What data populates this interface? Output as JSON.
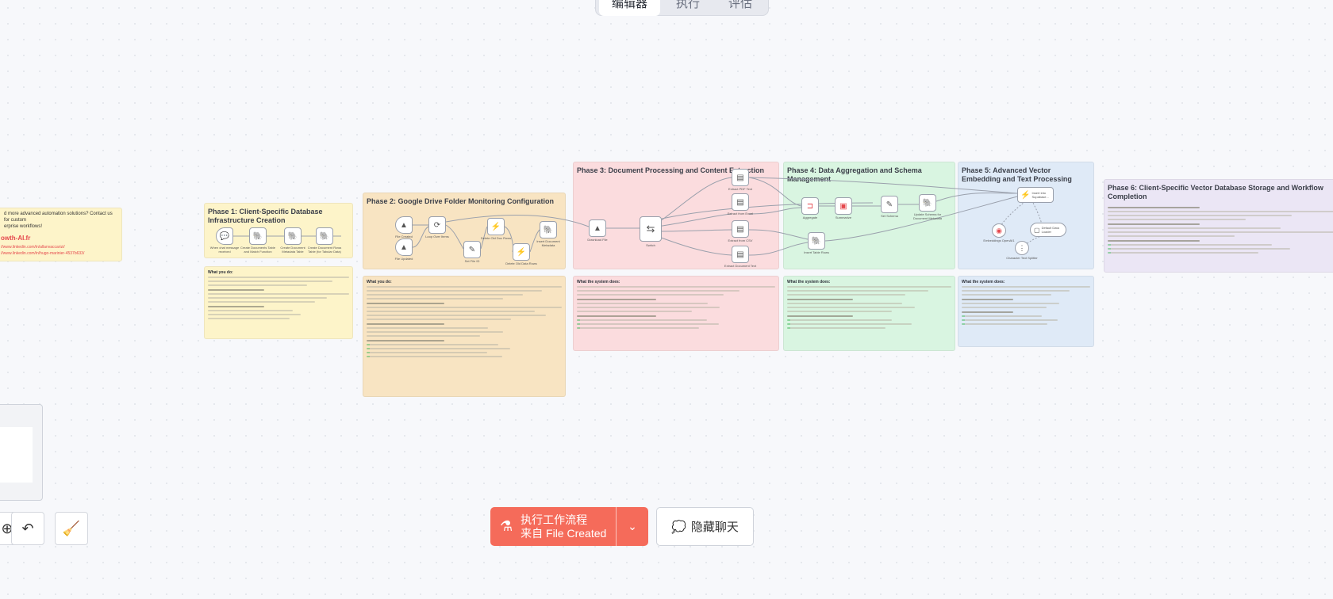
{
  "tabs": [
    "编辑器",
    "执行",
    "评估"
  ],
  "cta": {
    "text": "d more advanced automation solutions? Contact us for custom\nerprise workflows!",
    "brand": "owth-AI.fr",
    "link1": "//www.linkedin.com/in/allanvaccarizi/",
    "link2": "//www.linkedin.com/in/hugo-marinier-4537b633/"
  },
  "phases": {
    "p1": "Phase 1: Client-Specific Database Infrastructure Creation",
    "p2": "Phase 2: Google Drive Folder Monitoring Configuration",
    "p3": "Phase 3: Document Processing and Content Extraction",
    "p4": "Phase 4: Data Aggregation and Schema Management",
    "p5": "Phase 5: Advanced Vector Embedding and Text Processing",
    "p6": "Phase 6: Client-Specific Vector Database Storage and Workflow Completion"
  },
  "nodes": {
    "n1": "When chat message received",
    "n2": "Create Documents Table and Match Function",
    "n3": "Create Document Metadata Table",
    "n4": "Create Document Rows Table (for Tabular Data)",
    "n5": "File Created",
    "n6": "File Updated",
    "n7": "Loop Over Items",
    "n8": "Set File ID",
    "n9": "Delete Old Doc Rows",
    "n10": "Delete Old Data Rows",
    "n11": "Insert Document Metadata",
    "n12": "Download File",
    "n13": "Switch",
    "n14": "Extract PDF Text",
    "n15": "Extract from Excel",
    "n16": "Extract from CSV",
    "n17": "Extract Document Text",
    "n18": "Aggregate",
    "n19": "Summarize",
    "n20": "Set Schema",
    "n21": "Update Schema for Document Metadata",
    "n22": "Insert Table Rows",
    "n23": "Insert into Supabase...",
    "n24": "Embeddings OpenAI1",
    "n25": "Default Data Loader",
    "n26": "Character Text Splitter"
  },
  "notes": {
    "n1h": "What you do:",
    "n2h": "What you do:",
    "n3h": "What the system does:",
    "n4h": "What the system does:",
    "n5h": "What the system does:"
  },
  "buttons": {
    "run_line1": "执行工作流程",
    "run_line2": "来自 File Created",
    "hide_chat": "隐藏聊天"
  },
  "colors": {
    "run": "#f56b5a",
    "phase1": "#fdf4c9",
    "phase2": "#f8e4c2",
    "phase3": "#fbdcde",
    "phase4": "#d9f5e1",
    "phase5": "#dfeaf7",
    "phase6": "#ebe6f5"
  }
}
